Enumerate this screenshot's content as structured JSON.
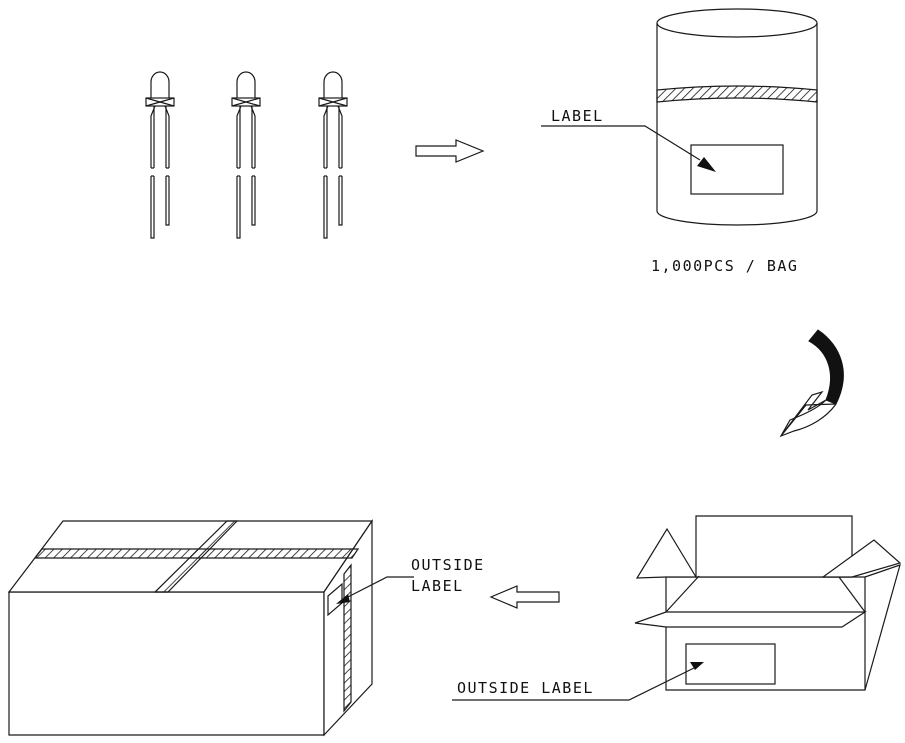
{
  "labels": {
    "bag_label": "LABEL",
    "bag_quantity": "1,000PCS / BAG",
    "box_outside_label": "OUTSIDE LABEL",
    "carton_outside_label_line1": "OUTSIDE",
    "carton_outside_label_line2": "LABEL"
  },
  "colors": {
    "line": "#1a1a1a",
    "background": "#ffffff",
    "curved_arrow": "#111111"
  }
}
